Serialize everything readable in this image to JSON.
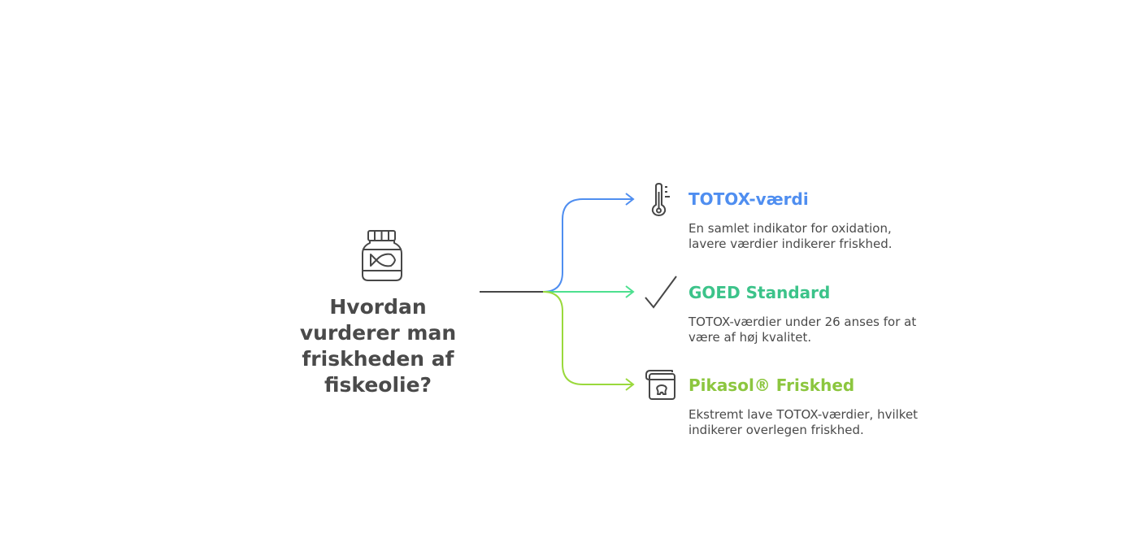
{
  "question": {
    "icon": "fish-oil-jar-icon",
    "text": "Hvordan vurderer man friskheden af fiskeolie?"
  },
  "branches": [
    {
      "icon": "thermometer-icon",
      "title": "TOTOX-værdi",
      "description": "En samlet indikator for oxidation, lavere værdier indikerer friskhed.",
      "color": "#4f8ef0"
    },
    {
      "icon": "checkmark-icon",
      "title": "GOED Standard",
      "description": "TOTOX-værdier under 26 anses for at være af høj kvalitet.",
      "color": "#3cc38a"
    },
    {
      "icon": "container-icon",
      "title": "Pikasol® Friskhed",
      "description": "Ekstremt lave TOTOX-værdier, hvilket indikerer overlegen friskhed.",
      "color": "#8cc63f"
    }
  ],
  "colors": {
    "text": "#4a4a4a",
    "stem": "#474747",
    "arrow_blue": "#4f8ef0",
    "arrow_green": "#4de08f",
    "arrow_lime": "#9ad93c"
  }
}
